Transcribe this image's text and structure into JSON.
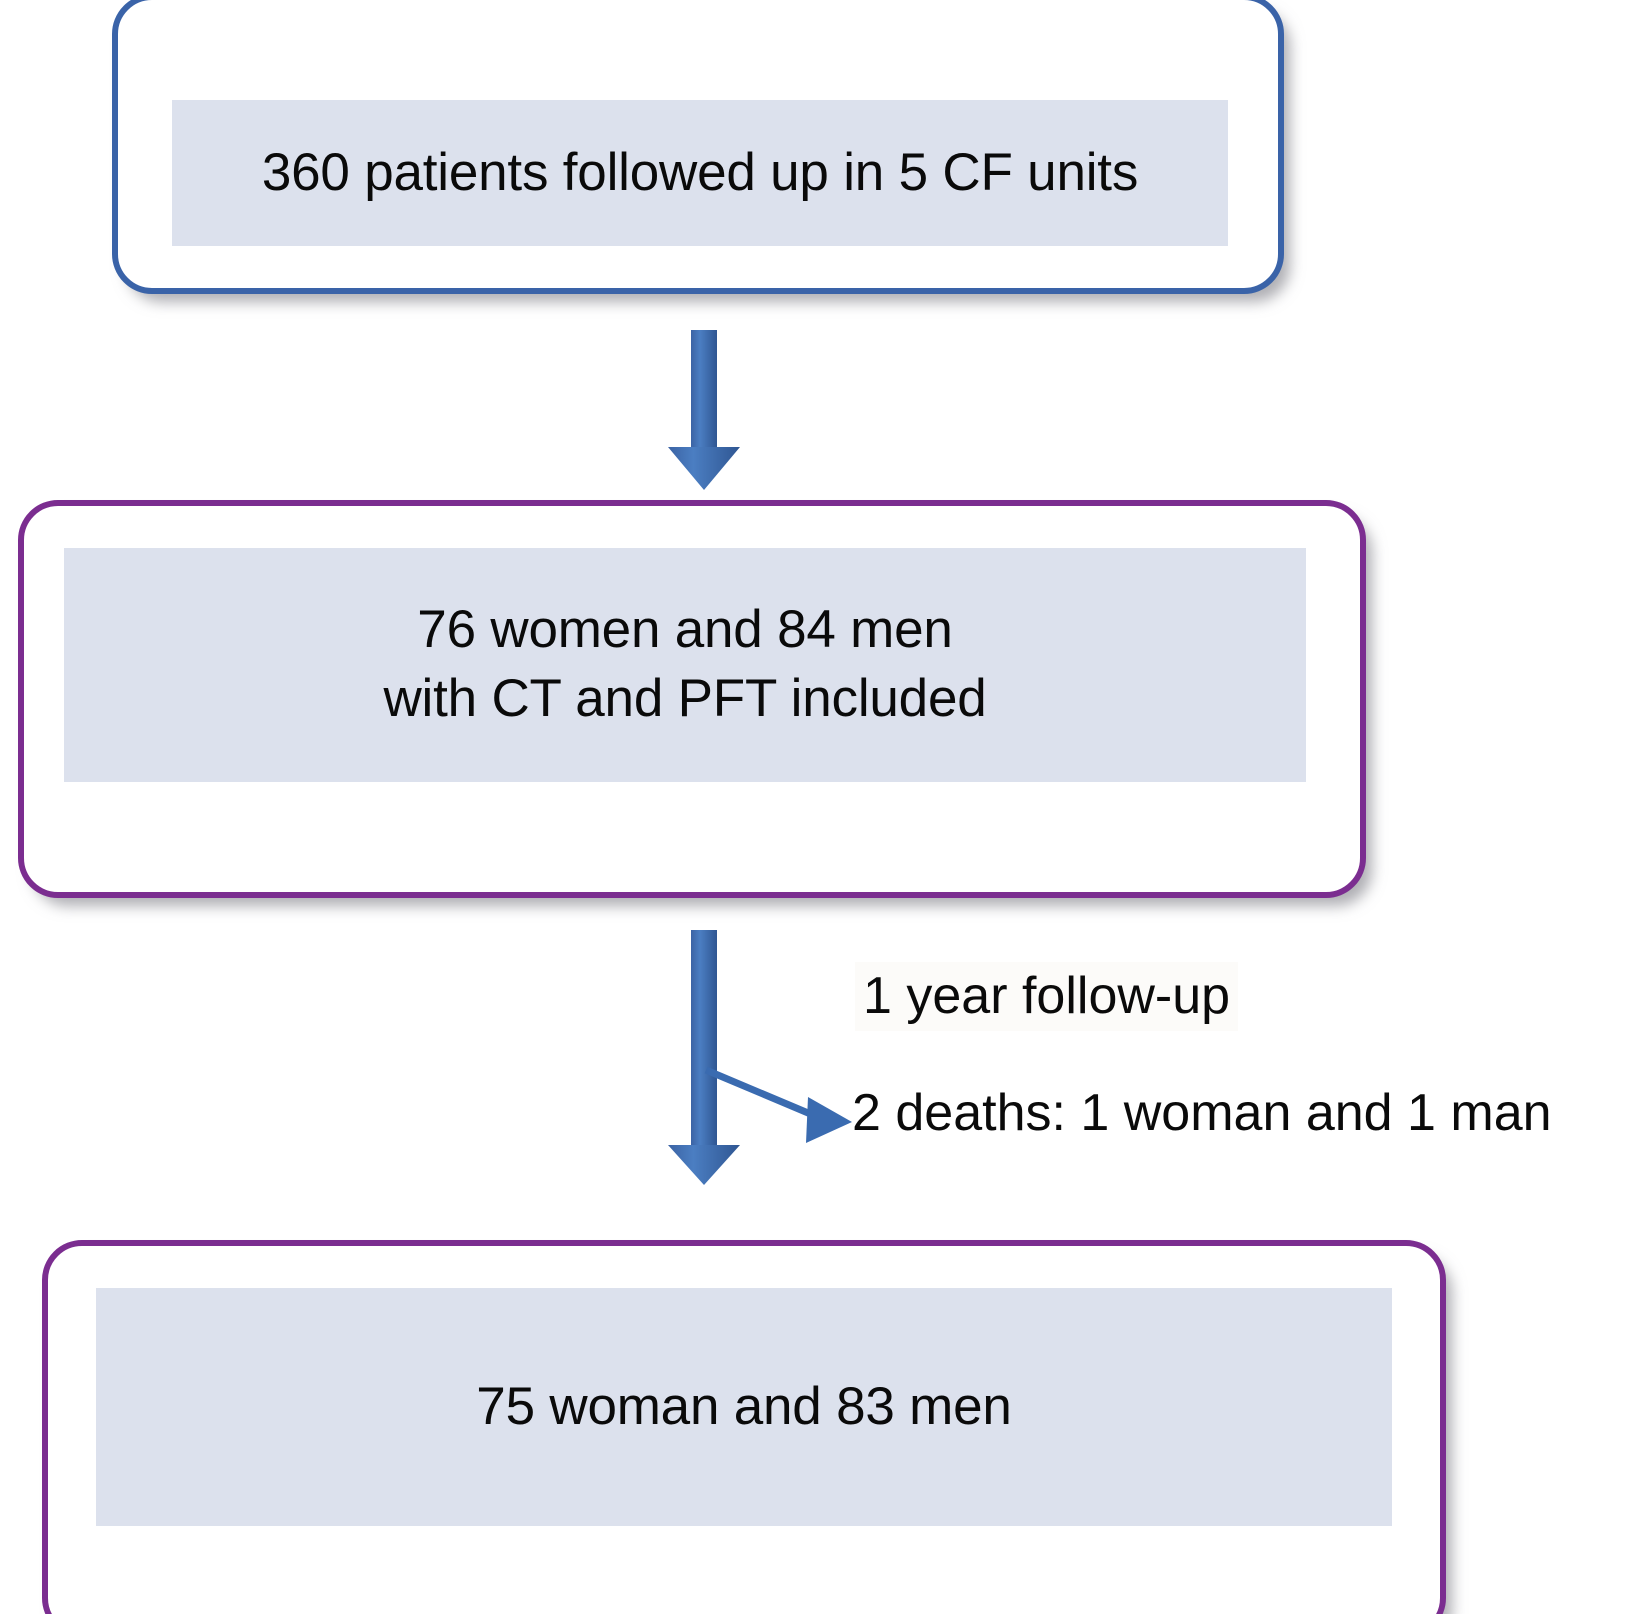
{
  "diagram": {
    "type": "flowchart",
    "title": "CF patient study flow diagram",
    "colors": {
      "node1_border": "#3a63a8",
      "node2_border": "#7b2d90",
      "node3_border": "#7b2d90",
      "plate_fill": "#dce1ed",
      "arrow": "#3a6bb0",
      "text": "#0a0a0a",
      "background": "#ffffff"
    },
    "nodes": [
      {
        "id": "node-1",
        "label": "360 patients followed up in 5 CF units",
        "border_color": "#3a63a8"
      },
      {
        "id": "node-2",
        "label": "76 women and 84 men\nwith CT and PFT included",
        "border_color": "#7b2d90"
      },
      {
        "id": "node-3",
        "label": "75 woman and 83 men",
        "border_color": "#7b2d90"
      }
    ],
    "edges": [
      {
        "id": "edge-1",
        "from": "node-1",
        "to": "node-2",
        "label": ""
      },
      {
        "id": "edge-2",
        "from": "node-2",
        "to": "node-3",
        "label": "1 year follow-up"
      },
      {
        "id": "edge-3",
        "from": "edge-2",
        "to": "annot-deaths",
        "label": "2 deaths: 1 woman and 1 man"
      }
    ],
    "annotations": [
      {
        "id": "annot-followup",
        "text": "1 year follow-up"
      },
      {
        "id": "annot-deaths",
        "text": "2 deaths: 1 woman and 1 man"
      }
    ]
  }
}
